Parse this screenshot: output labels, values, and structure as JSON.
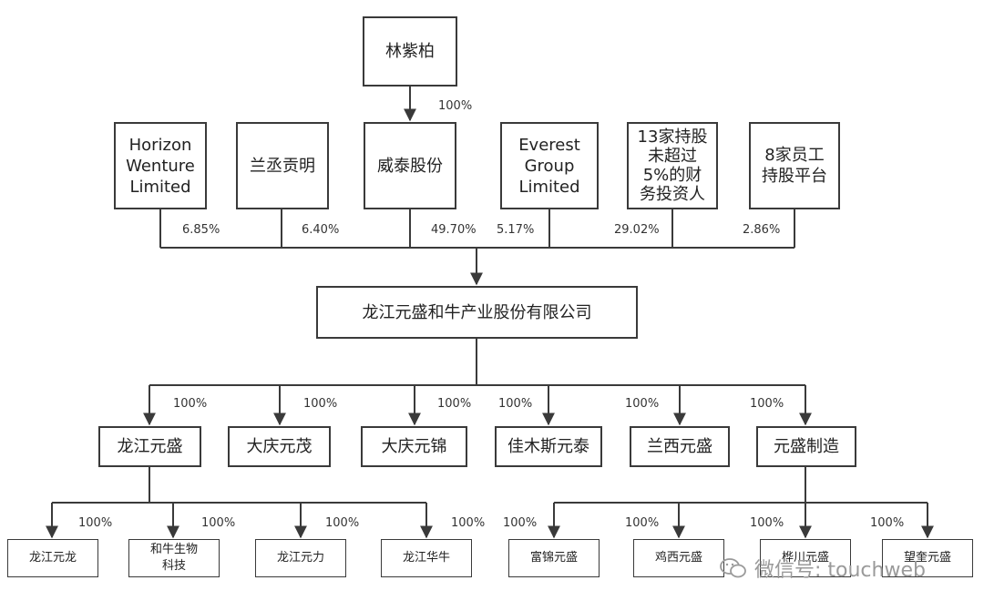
{
  "top": {
    "name": "林紫柏",
    "pct": "100%"
  },
  "shareholders": [
    {
      "name": "Horizon\nWenture\nLimited",
      "pct": "6.85%"
    },
    {
      "name": "兰丞贡明",
      "pct": "6.40%"
    },
    {
      "name": "威泰股份",
      "pct": "49.70%"
    },
    {
      "name": "Everest\nGroup\nLimited",
      "pct": "5.17%"
    },
    {
      "name": "13家持股\n未超过\n5%的财\n务投资人",
      "pct": "29.02%"
    },
    {
      "name": "8家员工\n持股平台",
      "pct": "2.86%"
    }
  ],
  "company": "龙江元盛和牛产业股份有限公司",
  "subsidiaries": [
    {
      "name": "龙江元盛",
      "pct": "100%"
    },
    {
      "name": "大庆元茂",
      "pct": "100%"
    },
    {
      "name": "大庆元锦",
      "pct": "100%"
    },
    {
      "name": "佳木斯元泰",
      "pct": "100%"
    },
    {
      "name": "兰西元盛",
      "pct": "100%"
    },
    {
      "name": "元盛制造",
      "pct": "100%"
    }
  ],
  "left_children": [
    {
      "name": "龙江元龙",
      "pct": "100%"
    },
    {
      "name": "和牛生物\n科技",
      "pct": "100%"
    },
    {
      "name": "龙江元力",
      "pct": "100%"
    },
    {
      "name": "龙江华牛",
      "pct": "100%"
    }
  ],
  "right_children": [
    {
      "name": "富锦元盛",
      "pct": "100%"
    },
    {
      "name": "鸡西元盛",
      "pct": "100%"
    },
    {
      "name": "桦川元盛",
      "pct": "100%"
    },
    {
      "name": "望奎元盛",
      "pct": "100%"
    }
  ],
  "watermark": "微信号: touchweb"
}
